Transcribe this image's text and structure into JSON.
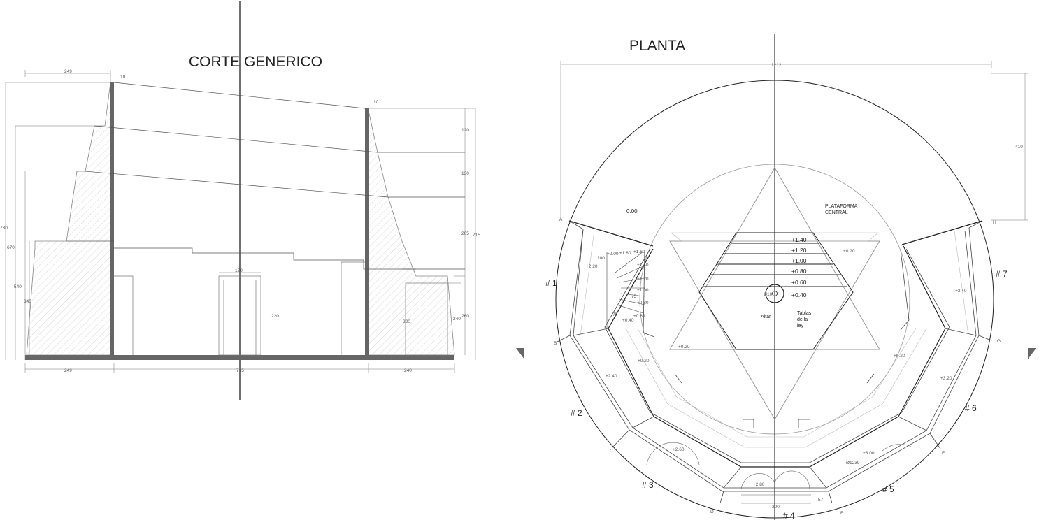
{
  "section": {
    "title": "CORTE GENERICO",
    "dims": {
      "top_left": "249",
      "top_wall": "10",
      "right_wall": "10",
      "total_h": "730",
      "h670": "670",
      "h540": "540",
      "h340": "340",
      "r120": "120",
      "r130": "130",
      "r205": "205",
      "r715": "715",
      "r260": "260",
      "r240": "240",
      "door_w": "120",
      "door_h": "220",
      "side_door_h": "220",
      "bottom_left": "249",
      "bottom_mid": "715",
      "bottom_right": "240"
    }
  },
  "plan": {
    "title": "PLANTA",
    "diameter": "1212",
    "dim_410": "410",
    "floor_level": "0.00",
    "platform": [
      "PLATAFORMA",
      "CENTRAL"
    ],
    "levels": [
      "+1.40",
      "+1.20",
      "+1.00",
      "+0.80",
      "+0.60",
      "+0.40"
    ],
    "altar": "Altar",
    "tablas": [
      "Tablas",
      "de la",
      "ley"
    ],
    "sections": [
      "# 1",
      "# 2",
      "# 3",
      "# 4",
      "# 5",
      "# 6",
      "# 7"
    ],
    "points": [
      "A",
      "B",
      "C",
      "D",
      "E",
      "F",
      "G",
      "H"
    ],
    "sector_levels": [
      "+2.20",
      "+2.40",
      "+2.60",
      "+2.80",
      "+3.00",
      "+3.20",
      "+3.40"
    ],
    "step_levels": [
      "+2.00",
      "+1.80",
      "+1.60",
      "+1.40",
      "+1.20",
      "+1.00",
      "+0.80",
      "+0.60",
      "+0.40"
    ],
    "aisle_levels": [
      "+0.20",
      "+0.20",
      "+0.20",
      "+0.20"
    ],
    "stair_dims": [
      "100",
      "75",
      "75"
    ],
    "bottom_dims": [
      "200",
      "57"
    ],
    "diameter_note": "Ø1239",
    "center_mark": "Ø10"
  }
}
